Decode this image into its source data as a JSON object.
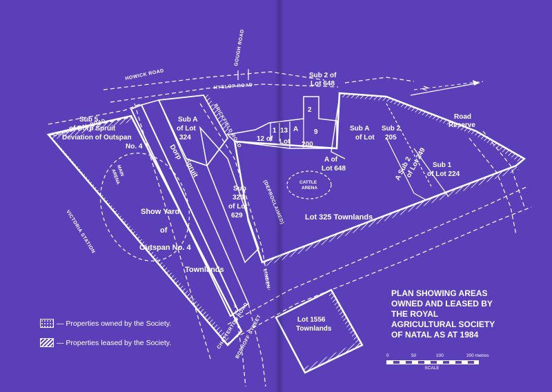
{
  "map": {
    "colors": {
      "paper": "#5a3fb8",
      "ink": "#ffffff"
    },
    "title_lines": [
      "PLAN SHOWING AREAS",
      "OWNED AND LEASED BY",
      "THE ROYAL",
      "AGRICULTURAL SOCIETY",
      "OF NATAL AS AT 1984"
    ],
    "legend": {
      "owned": "— Properties owned by the Society.",
      "leased": "— Properties leased by the Society."
    },
    "scale": {
      "ticks": [
        "0",
        "50",
        "100",
        "200 metres"
      ],
      "label": "SCALE"
    },
    "roads": {
      "howick": "HOWICK ROAD",
      "hyslop": "HYSLOP ROAD",
      "gough": "GOUGH ROAD",
      "commercial": "COMMERCIAL ROAD",
      "brickfield": "BRICKFIELD ROAD",
      "proclaimed": "(DEPROCLAIMED)",
      "victoria": "VICTORIA STATION",
      "linden": "LINDEN",
      "chatterton": "CHATTERTON ROAD",
      "boshoff": "BOSHOFF STREET"
    },
    "labels": {
      "sub2_648_a": "Sub 2 of",
      "sub2_648_b": "Lot 648",
      "road_reserve_a": "Road",
      "road_reserve_b": "Reserve",
      "sub5_a": "Sub 5",
      "sub5_b": "of Dorp Spruit",
      "sub5_c": "Deviation of Outspan",
      "sub5_d": "No. 4",
      "subA324_a": "Sub A",
      "subA324_b": "of Lot",
      "subA324_c": "324",
      "main_arena_a": "MAIN",
      "main_arena_b": "ARENA",
      "dorp": "Dorp",
      "spruit": "Spruit",
      "sub323_a": "Sub",
      "sub323_b": "323",
      "sub323_c": "of Lot",
      "sub323_d": "629",
      "showyard_a": "Show Yard",
      "showyard_b": "of",
      "showyard_c": "Outspan No. 4",
      "showyard_d": "Townlands",
      "lot_1": "1",
      "lot_13": "13",
      "lot_A": "A",
      "lot_2": "2",
      "lot_9": "9",
      "lot_12": "12 of",
      "lot_lot": "Lot",
      "lot_200": "200",
      "a648_a": "A of",
      "a648_b": "Lot 648",
      "cattle_a": "CATTLE",
      "cattle_b": "ARENA",
      "subA205_a": "Sub A",
      "subA205_b": "of Lot",
      "sub2_205_a": "Sub 2",
      "sub2_205_b": "205",
      "asub2_249": "A Sub 2",
      "of_lot_249": "of Lot 249",
      "sub1_a": "Sub 1",
      "sub1_b": "of Lot 224",
      "lot325": "Lot 325 Townlands",
      "lot1556_a": "Lot 1556",
      "lot1556_b": "Townlands",
      "north": "N"
    }
  }
}
